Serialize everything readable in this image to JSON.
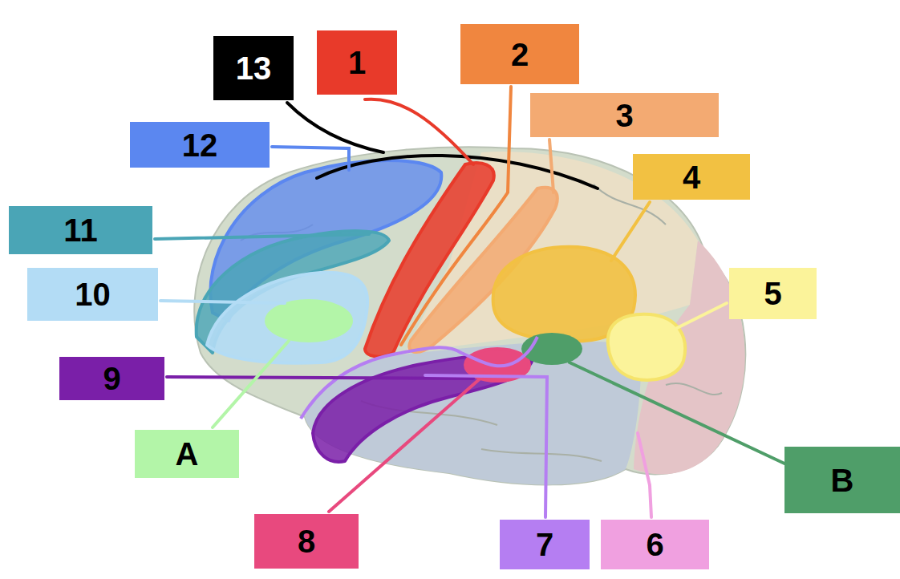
{
  "diagram": {
    "nodes": [
      {
        "text": [
          "13"
        ]
      },
      {
        "text": [
          "1"
        ]
      },
      {
        "text": [
          "2"
        ]
      },
      {
        "text": [
          "3"
        ]
      },
      {
        "text": [
          "12"
        ]
      },
      {
        "text": [
          "4"
        ]
      },
      {
        "text": [
          "11"
        ]
      },
      {
        "text": [
          "10"
        ]
      },
      {
        "text": [
          "5"
        ]
      },
      {
        "text": [
          "9"
        ]
      },
      {
        "text": [
          "A"
        ]
      },
      {
        "text": [
          "B"
        ]
      },
      {
        "text": [
          "8"
        ]
      },
      {
        "text": [
          "7"
        ]
      },
      {
        "text": [
          "6"
        ]
      }
    ]
  }
}
